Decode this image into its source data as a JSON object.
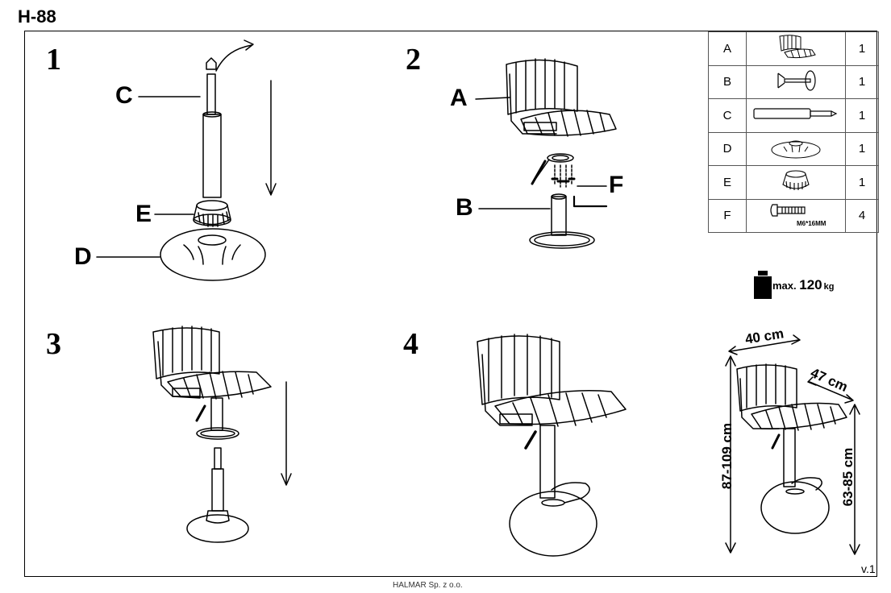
{
  "document": {
    "model_code": "H-88",
    "version": "v.1",
    "company": "HALMAR Sp. z o.o."
  },
  "steps": [
    {
      "number": "1"
    },
    {
      "number": "2"
    },
    {
      "number": "3"
    },
    {
      "number": "4"
    }
  ],
  "callouts": {
    "step1": [
      "C",
      "E",
      "D"
    ],
    "step2": [
      "A",
      "F",
      "B"
    ]
  },
  "parts": [
    {
      "letter": "A",
      "icon": "seat-icon",
      "qty": "1"
    },
    {
      "letter": "B",
      "icon": "gas-lift-lever-icon",
      "qty": "1"
    },
    {
      "letter": "C",
      "icon": "gas-cylinder-icon",
      "qty": "1"
    },
    {
      "letter": "D",
      "icon": "round-base-icon",
      "qty": "1"
    },
    {
      "letter": "E",
      "icon": "base-cover-icon",
      "qty": "1"
    },
    {
      "letter": "F",
      "icon": "bolt-icon",
      "qty": "4",
      "caption": "M6*16MM"
    }
  ],
  "max_load": {
    "prefix": "max.",
    "value": "120",
    "unit": "kg"
  },
  "dimensions": {
    "width": "40 cm",
    "depth": "47 cm",
    "height": "87-109 cm",
    "seat_height": "63-85 cm"
  }
}
